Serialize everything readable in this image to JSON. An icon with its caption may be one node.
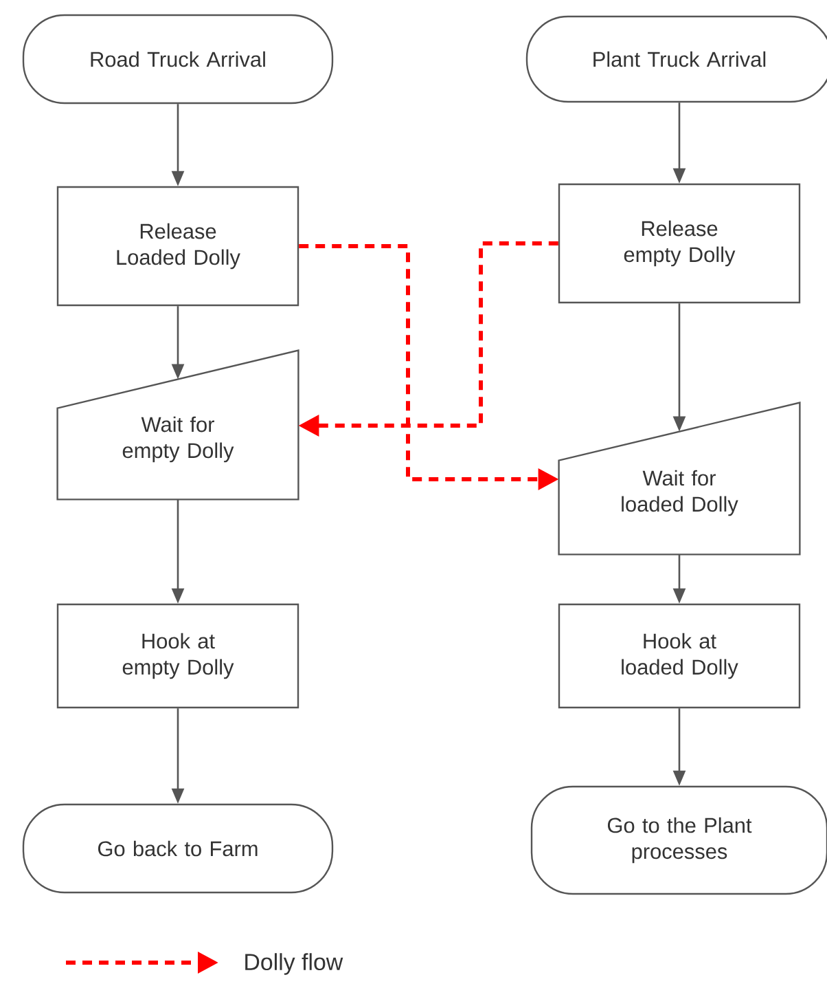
{
  "diagram": {
    "nodes": [
      {
        "text": [
          "Road Truck Arrival"
        ]
      },
      {
        "text": [
          "Plant Truck Arrival"
        ]
      },
      {
        "text": [
          "Release Loaded Dolly"
        ]
      },
      {
        "text": [
          "Release empty Dolly"
        ]
      },
      {
        "text": [
          "Wait for empty Dolly"
        ]
      },
      {
        "text": [
          "Wait for loaded Dolly"
        ]
      },
      {
        "text": [
          "Hook at empty Dolly"
        ]
      },
      {
        "text": [
          "Hook at loaded Dolly"
        ]
      },
      {
        "text": [
          "Go back to Farm"
        ]
      },
      {
        "text": [
          "Go to the Plant processes"
        ]
      }
    ],
    "edges": [
      {
        "from": 0,
        "to": 2,
        "arrow": "to"
      },
      {
        "from": 2,
        "to": 4,
        "arrow": "to"
      },
      {
        "from": 4,
        "to": 6,
        "arrow": "to"
      },
      {
        "from": 6,
        "to": 8,
        "arrow": "to"
      },
      {
        "from": 1,
        "to": 3,
        "arrow": "to"
      },
      {
        "from": 3,
        "to": 5,
        "arrow": "to"
      },
      {
        "from": 5,
        "to": 7,
        "arrow": "to"
      },
      {
        "from": 7,
        "to": 9,
        "arrow": "to"
      },
      {
        "from": 2,
        "to": 5,
        "arrow": "to",
        "style": "dashed",
        "color": "#ff0000"
      },
      {
        "from": 3,
        "to": 4,
        "arrow": "to",
        "style": "dashed",
        "color": "#ff0000"
      }
    ],
    "legend": [
      {
        "text": "Dolly flow"
      }
    ]
  }
}
